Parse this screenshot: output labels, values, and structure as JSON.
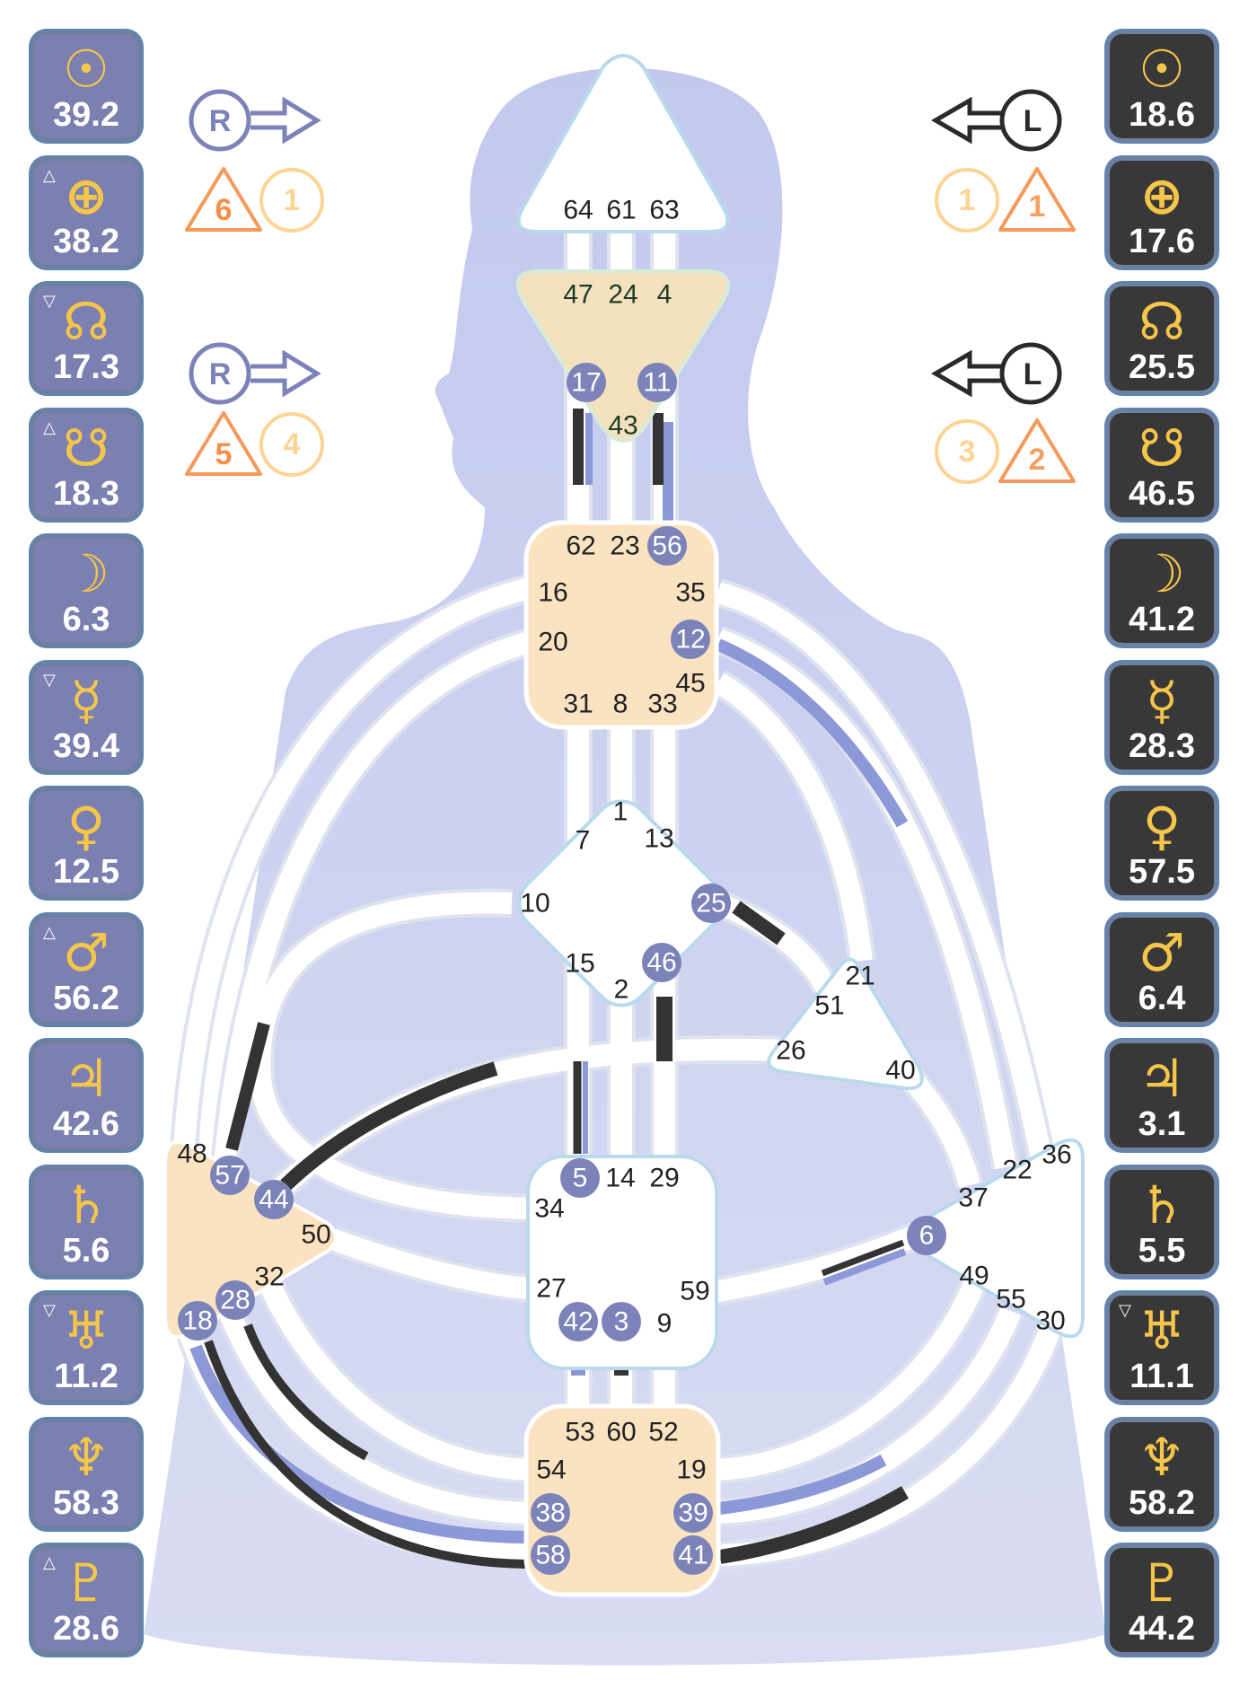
{
  "design": {
    "label_color": "#7b80b0",
    "planets": [
      {
        "icon": "sun-icon",
        "glyph": "☉",
        "value": "39.2",
        "mark": ""
      },
      {
        "icon": "earth-icon",
        "glyph": "⊕",
        "value": "38.2",
        "mark": "△"
      },
      {
        "icon": "north-node-icon",
        "glyph": "☊",
        "value": "17.3",
        "mark": "▽"
      },
      {
        "icon": "south-node-icon",
        "glyph": "☋",
        "value": "18.3",
        "mark": "△"
      },
      {
        "icon": "moon-icon",
        "glyph": "☽",
        "value": "6.3",
        "mark": ""
      },
      {
        "icon": "mercury-icon",
        "glyph": "☿",
        "value": "39.4",
        "mark": "▽"
      },
      {
        "icon": "venus-icon",
        "glyph": "♀",
        "value": "12.5",
        "mark": ""
      },
      {
        "icon": "mars-icon",
        "glyph": "♂",
        "value": "56.2",
        "mark": "△"
      },
      {
        "icon": "jupiter-icon",
        "glyph": "♃",
        "value": "42.6",
        "mark": ""
      },
      {
        "icon": "saturn-icon",
        "glyph": "♄",
        "value": "5.6",
        "mark": ""
      },
      {
        "icon": "uranus-icon",
        "glyph": "♅",
        "value": "11.2",
        "mark": "▽"
      },
      {
        "icon": "neptune-icon",
        "glyph": "♆",
        "value": "58.3",
        "mark": ""
      },
      {
        "icon": "pluto-icon",
        "glyph": "♇",
        "value": "28.6",
        "mark": "△"
      }
    ],
    "arrows": [
      {
        "letter": "R",
        "tone": "6",
        "color": "1"
      },
      {
        "letter": "R",
        "tone": "5",
        "color": "4"
      }
    ]
  },
  "personality": {
    "label_color": "#383838",
    "planets": [
      {
        "icon": "sun-icon",
        "glyph": "☉",
        "value": "18.6",
        "mark": ""
      },
      {
        "icon": "earth-icon",
        "glyph": "⊕",
        "value": "17.6",
        "mark": ""
      },
      {
        "icon": "north-node-icon",
        "glyph": "☊",
        "value": "25.5",
        "mark": ""
      },
      {
        "icon": "south-node-icon",
        "glyph": "☋",
        "value": "46.5",
        "mark": ""
      },
      {
        "icon": "moon-icon",
        "glyph": "☽",
        "value": "41.2",
        "mark": ""
      },
      {
        "icon": "mercury-icon",
        "glyph": "☿",
        "value": "28.3",
        "mark": ""
      },
      {
        "icon": "venus-icon",
        "glyph": "♀",
        "value": "57.5",
        "mark": ""
      },
      {
        "icon": "mars-icon",
        "glyph": "♂",
        "value": "6.4",
        "mark": ""
      },
      {
        "icon": "jupiter-icon",
        "glyph": "♃",
        "value": "3.1",
        "mark": ""
      },
      {
        "icon": "saturn-icon",
        "glyph": "♄",
        "value": "5.5",
        "mark": ""
      },
      {
        "icon": "uranus-icon",
        "glyph": "♅",
        "value": "11.1",
        "mark": "▽"
      },
      {
        "icon": "neptune-icon",
        "glyph": "♆",
        "value": "58.2",
        "mark": ""
      },
      {
        "icon": "pluto-icon",
        "glyph": "♇",
        "value": "44.2",
        "mark": ""
      }
    ],
    "arrows": [
      {
        "letter": "L",
        "color": "1",
        "tone": "1"
      },
      {
        "letter": "L",
        "color": "3",
        "tone": "2"
      }
    ]
  },
  "colors": {
    "body": "#c9cff0",
    "defined_center": "#fbe3c2",
    "ajna_defined": "#f3e2bd",
    "activated_gate": "#7c83b8",
    "design_line": "#8c98d8",
    "personality_line": "#333333",
    "tone_triangle": "#f4995a",
    "color_circle": "#fdd494"
  },
  "centers": {
    "head": {
      "gates": [
        {
          "n": "64",
          "on": false
        },
        {
          "n": "61",
          "on": false
        },
        {
          "n": "63",
          "on": false
        }
      ]
    },
    "ajna": {
      "gates": [
        {
          "n": "47",
          "on": false
        },
        {
          "n": "24",
          "on": false
        },
        {
          "n": "4",
          "on": false
        },
        {
          "n": "17",
          "on": true
        },
        {
          "n": "11",
          "on": true
        },
        {
          "n": "43",
          "on": false
        }
      ]
    },
    "throat": {
      "gates": [
        {
          "n": "62",
          "on": false
        },
        {
          "n": "23",
          "on": false
        },
        {
          "n": "56",
          "on": true
        },
        {
          "n": "16",
          "on": false
        },
        {
          "n": "35",
          "on": false
        },
        {
          "n": "20",
          "on": false
        },
        {
          "n": "12",
          "on": true
        },
        {
          "n": "45",
          "on": false
        },
        {
          "n": "31",
          "on": false
        },
        {
          "n": "8",
          "on": false
        },
        {
          "n": "33",
          "on": false
        }
      ]
    },
    "g": {
      "gates": [
        {
          "n": "1",
          "on": false
        },
        {
          "n": "7",
          "on": false
        },
        {
          "n": "13",
          "on": false
        },
        {
          "n": "10",
          "on": false
        },
        {
          "n": "25",
          "on": true
        },
        {
          "n": "15",
          "on": false
        },
        {
          "n": "46",
          "on": true
        },
        {
          "n": "2",
          "on": false
        }
      ]
    },
    "ego": {
      "gates": [
        {
          "n": "21",
          "on": false
        },
        {
          "n": "51",
          "on": false
        },
        {
          "n": "26",
          "on": false
        },
        {
          "n": "40",
          "on": false
        }
      ]
    },
    "spleen": {
      "gates": [
        {
          "n": "48",
          "on": false
        },
        {
          "n": "57",
          "on": true
        },
        {
          "n": "44",
          "on": true
        },
        {
          "n": "50",
          "on": false
        },
        {
          "n": "32",
          "on": false
        },
        {
          "n": "28",
          "on": true
        },
        {
          "n": "18",
          "on": true
        }
      ]
    },
    "sacral": {
      "gates": [
        {
          "n": "5",
          "on": true
        },
        {
          "n": "14",
          "on": false
        },
        {
          "n": "29",
          "on": false
        },
        {
          "n": "34",
          "on": false
        },
        {
          "n": "27",
          "on": false
        },
        {
          "n": "59",
          "on": false
        },
        {
          "n": "42",
          "on": true
        },
        {
          "n": "3",
          "on": true
        },
        {
          "n": "9",
          "on": false
        }
      ]
    },
    "solar_plexus": {
      "gates": [
        {
          "n": "36",
          "on": false
        },
        {
          "n": "22",
          "on": false
        },
        {
          "n": "37",
          "on": false
        },
        {
          "n": "6",
          "on": true
        },
        {
          "n": "49",
          "on": false
        },
        {
          "n": "55",
          "on": false
        },
        {
          "n": "30",
          "on": false
        }
      ]
    },
    "root": {
      "gates": [
        {
          "n": "53",
          "on": false
        },
        {
          "n": "60",
          "on": false
        },
        {
          "n": "52",
          "on": false
        },
        {
          "n": "54",
          "on": false
        },
        {
          "n": "19",
          "on": false
        },
        {
          "n": "38",
          "on": true
        },
        {
          "n": "39",
          "on": true
        },
        {
          "n": "58",
          "on": true
        },
        {
          "n": "41",
          "on": true
        }
      ]
    }
  }
}
